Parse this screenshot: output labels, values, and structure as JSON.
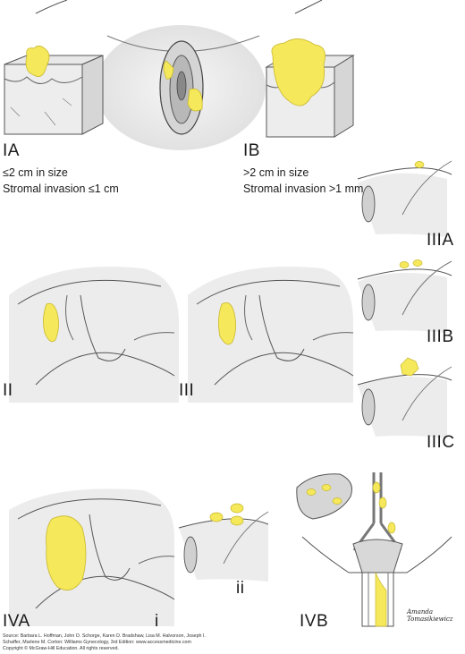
{
  "labels": {
    "ia": {
      "stage": "IA",
      "size": "≤2 cm in size",
      "invasion": "Stromal invasion ≤1 cm"
    },
    "ib": {
      "stage": "IB",
      "size": ">2 cm in size",
      "invasion": "Stromal invasion >1 mm"
    },
    "ii": "II",
    "iii": "III",
    "iiia": "IIIA",
    "iiib": "IIIB",
    "iiic": "IIIC",
    "iva": "IVA",
    "iva_i": "i",
    "iva_ii": "ii",
    "ivb": "IVB"
  },
  "signature": "Amanda Tomasikiewicz",
  "source": {
    "line1": "Source: Barbara L. Hoffman, John O. Schorge, Karen D. Bradshaw, Lisa M. Halvorson, Joseph I.",
    "line2": "Schaffer, Marlene M. Corton: Williams Gynecology, 3rd Edition: www.accessmedicine.com",
    "line3": "Copyright © McGraw-Hill Education. All rights reserved."
  },
  "colors": {
    "tumor": "#f5e85a",
    "tumor_stroke": "#c8b830",
    "skin": "#e4e4e4",
    "tissue": "#cfcfcf",
    "line": "#555555"
  }
}
